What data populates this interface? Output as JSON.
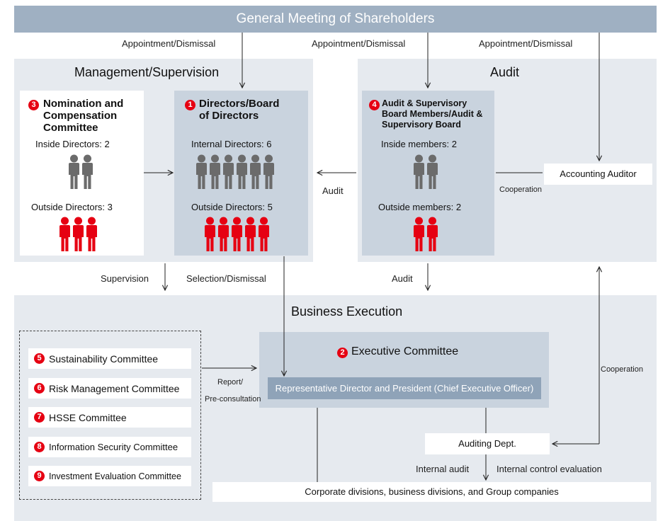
{
  "header": {
    "title": "General Meeting of Shareholders"
  },
  "edges": {
    "appointment_left": "Appointment/Dismissal",
    "appointment_mid": "Appointment/Dismissal",
    "appointment_right": "Appointment/Dismissal",
    "audit_to_board": "Audit",
    "cooperation_auditor": "Cooperation",
    "supervision": "Supervision",
    "selection": "Selection/Dismissal",
    "audit_down": "Audit",
    "cooperation_right": "Cooperation",
    "report_line1": "Report/",
    "report_line2": "Pre-consultation",
    "internal_audit": "Internal audit",
    "internal_control": "Internal control evaluation"
  },
  "management": {
    "title": "Management/Supervision",
    "nomination": {
      "number": "3",
      "title_lines": [
        "Nomination and",
        "Compensation",
        "Committee"
      ],
      "inside_label": "Inside Directors: 2",
      "inside_count": 2,
      "outside_label": "Outside Directors: 3",
      "outside_count": 3
    },
    "board": {
      "number": "1",
      "title_lines": [
        "Directors/Board",
        "of Directors"
      ],
      "internal_label": "Internal Directors: 6",
      "internal_count": 6,
      "outside_label": "Outside Directors: 5",
      "outside_count": 5
    }
  },
  "audit": {
    "title": "Audit",
    "board": {
      "number": "4",
      "title_lines": [
        "Audit & Supervisory",
        "Board Members/Audit &",
        "Supervisory Board"
      ],
      "inside_label": "Inside members: 2",
      "inside_count": 2,
      "outside_label": "Outside members: 2",
      "outside_count": 2
    },
    "accounting_auditor": "Accounting Auditor"
  },
  "execution": {
    "title": "Business Execution",
    "executive_committee": {
      "number": "2",
      "label": "Executive Committee"
    },
    "representative": "Representative Director and President (Chief Executive Officer)",
    "auditing_dept": "Auditing Dept.",
    "corporate": "Corporate divisions, business divisions, and Group companies",
    "committees": [
      {
        "number": "5",
        "label": "Sustainability Committee"
      },
      {
        "number": "6",
        "label": "Risk Management Committee"
      },
      {
        "number": "7",
        "label": "HSSE Committee"
      },
      {
        "number": "8",
        "label": "Information Security Committee"
      },
      {
        "number": "9",
        "label": "Investment Evaluation Committee"
      }
    ]
  },
  "colors": {
    "outside_person": "#e60012",
    "inside_person": "#6b6b6b",
    "badge": "#e60012"
  }
}
